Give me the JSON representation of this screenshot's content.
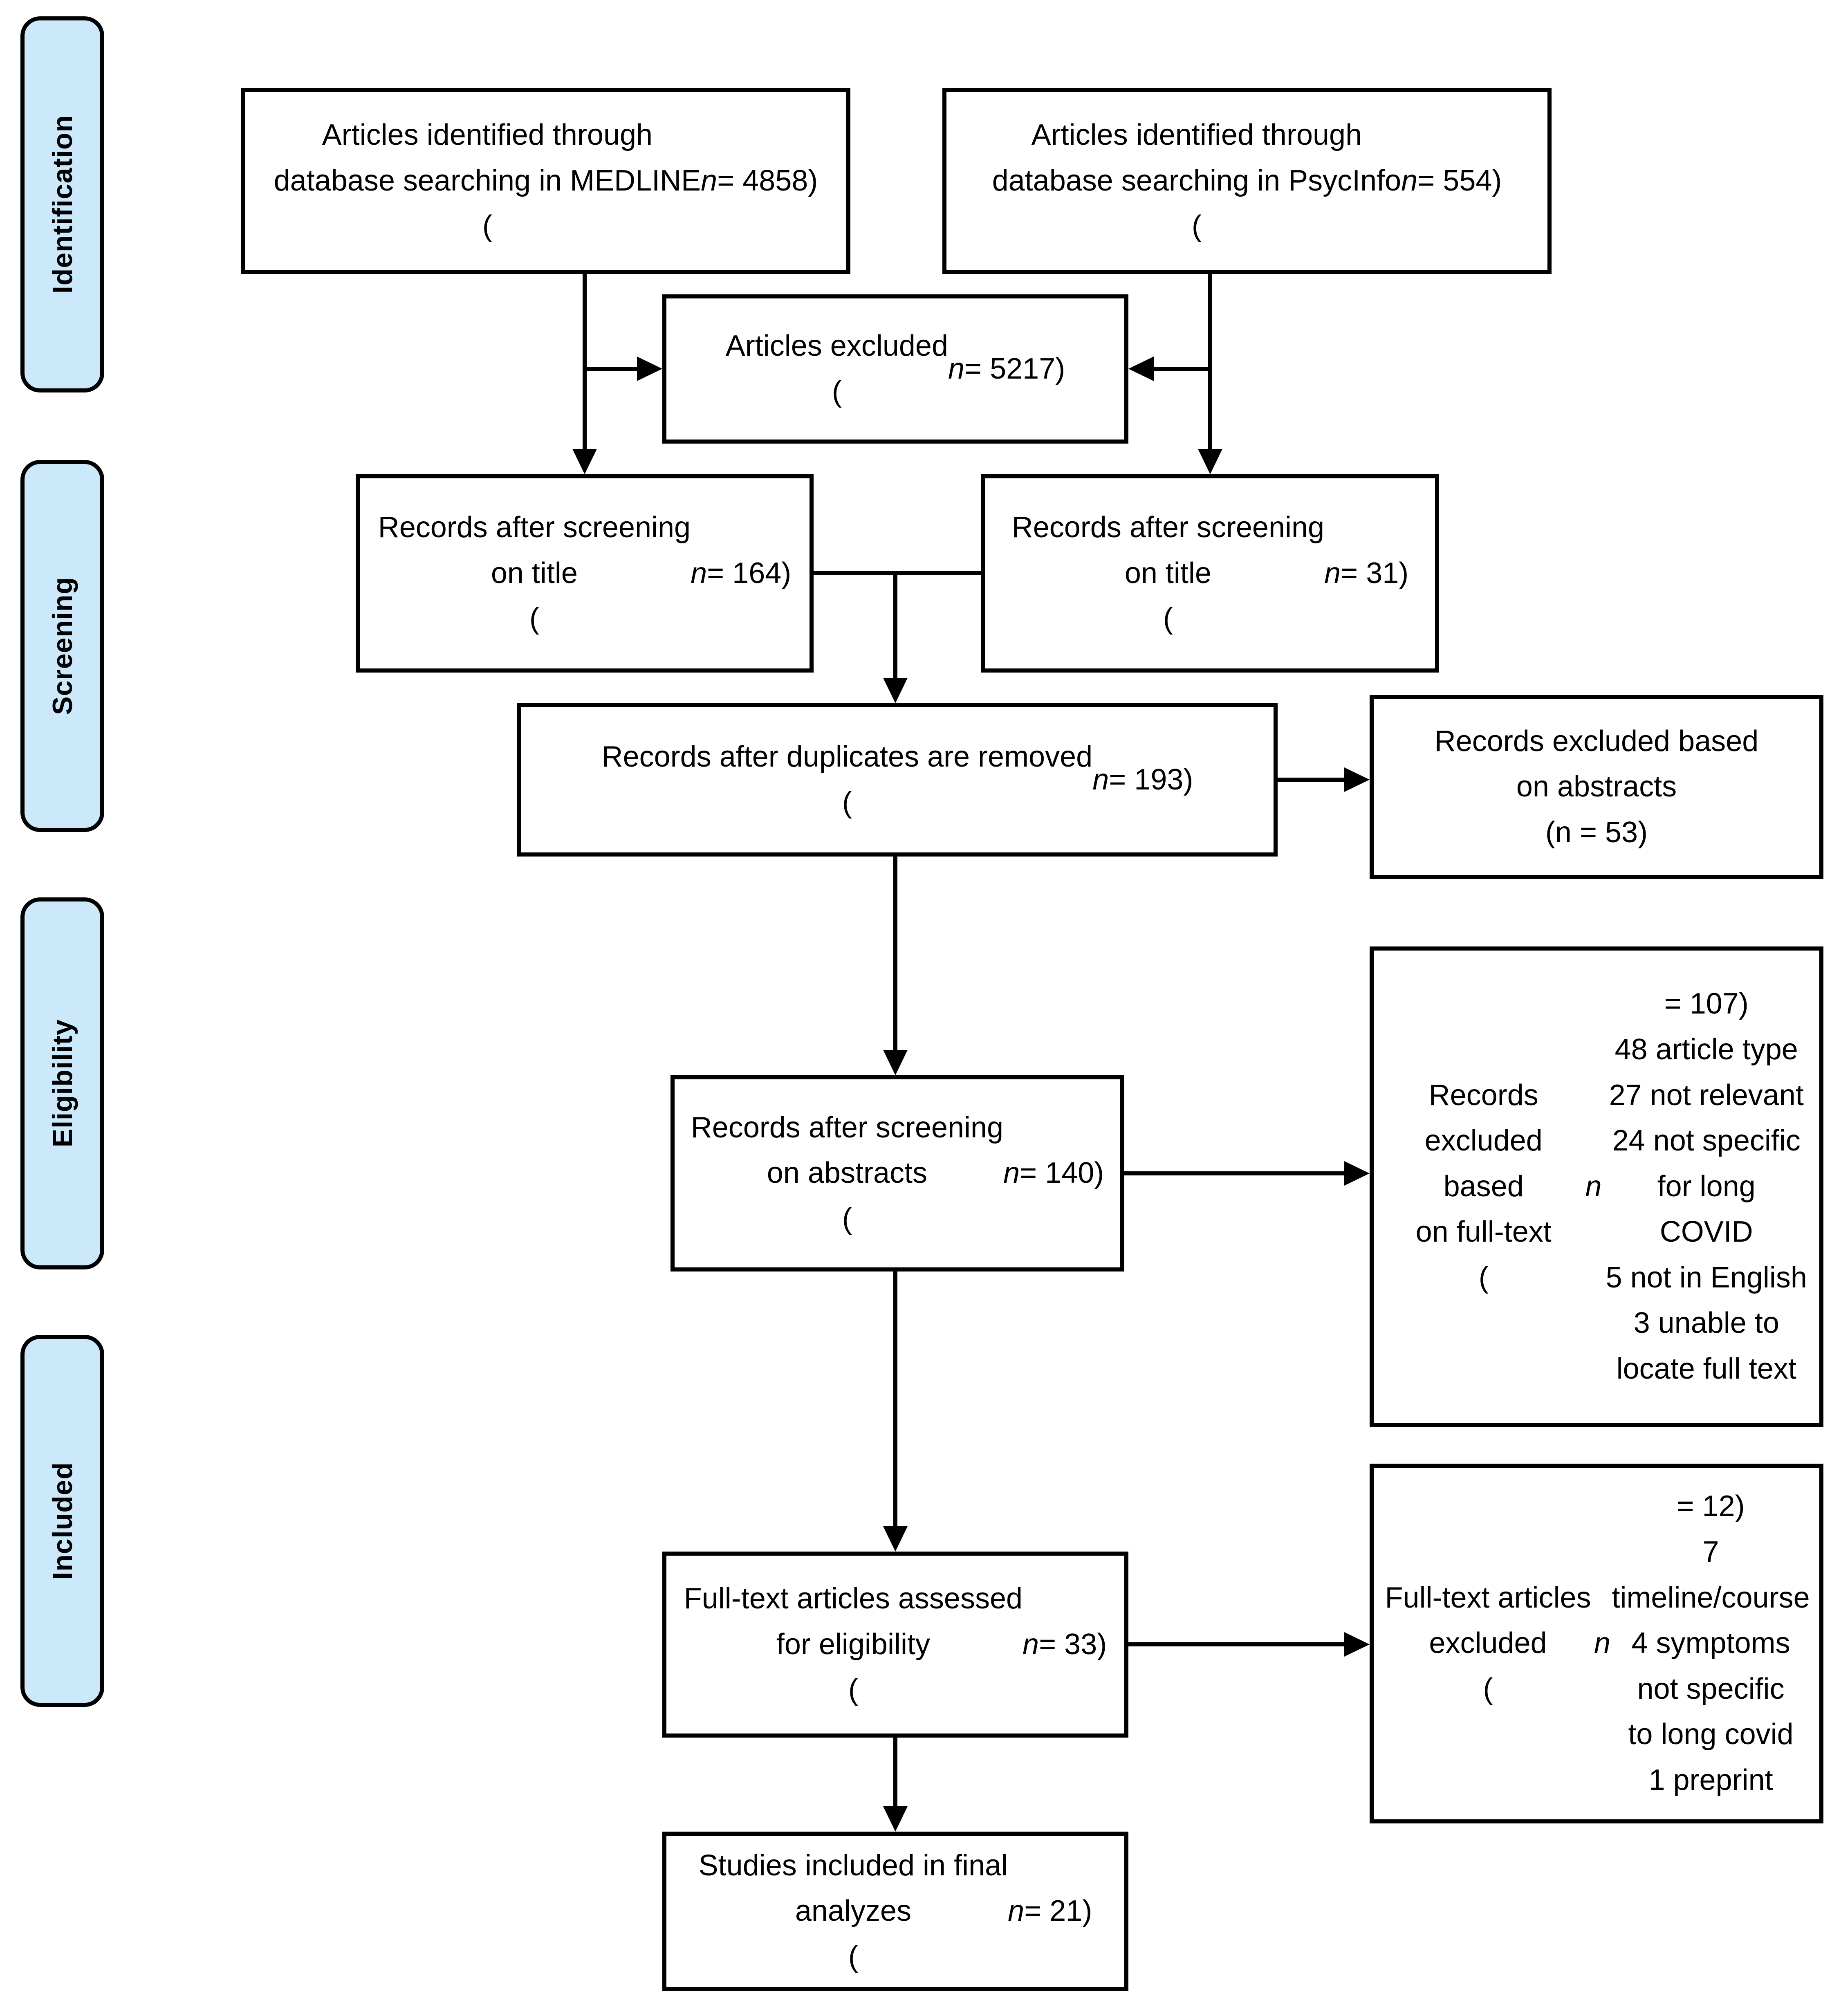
{
  "diagram": {
    "title": "Study selection flow diagram",
    "colors": {
      "stage_fill": "#cce9fb",
      "stage_border": "#000000",
      "box_fill": "#ffffff",
      "box_border": "#000000",
      "line": "#000000"
    },
    "stages": [
      {
        "label": "Identification"
      },
      {
        "label": "Screening"
      },
      {
        "label": "Eligibility"
      },
      {
        "label": "Included"
      }
    ],
    "boxes": {
      "medline": {
        "text": "Articles identified through\ndatabase searching in MEDLINE\n(n = 4858)"
      },
      "psycinfo": {
        "text": "Articles identified through\ndatabase searching in PsycInfo\n(n = 554)"
      },
      "articles_excluded": {
        "text": "Articles excluded\n(n = 5217)"
      },
      "title_screen_medline": {
        "text": "Records after screening\non title\n(n = 164)"
      },
      "title_screen_psycinfo": {
        "text": "Records after screening\non title\n(n = 31)"
      },
      "duplicates_removed": {
        "text": "Records after duplicates are removed\n(n = 193)"
      },
      "excluded_abstracts": {
        "text": "Records excluded based\non abstracts\n(n = 53)"
      },
      "screening_abstracts": {
        "text": "Records after screening\non abstracts\n(n = 140)"
      },
      "excluded_fulltext": {
        "text": "Records excluded based\non full-text\n(n = 107)\n48 article type\n27 not relevant\n24 not specific for long\nCOVID\n5 not in English\n3 unable to locate full text"
      },
      "fulltext_assessed": {
        "text": "Full-text articles assessed\nfor eligibility\n(n = 33)"
      },
      "fulltext_excluded": {
        "text": "Full-text articles excluded\n(n = 12)\n7 timeline/course\n4 symptoms not specific\nto long covid\n1 preprint"
      },
      "studies_included": {
        "text": "Studies included in final\nanalyzes\n(n = 21)"
      }
    }
  }
}
